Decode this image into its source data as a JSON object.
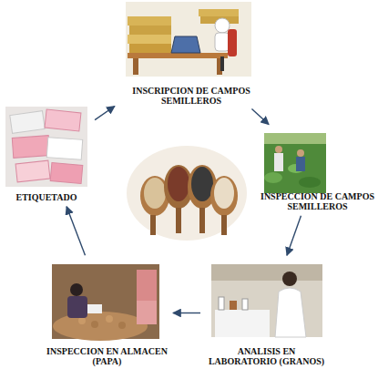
{
  "diagram": {
    "nodes": [
      {
        "text": [
          "INSCRIPCION DE CAMPOS SEMILLEROS"
        ]
      },
      {
        "text": [
          "INSPECCION DE CAMPOS SEMILLEROS"
        ]
      },
      {
        "text": [
          "ANALISIS EN LABORATORIO (GRANOS)"
        ]
      },
      {
        "text": [
          "INSPECCION EN ALMACEN (PAPA)"
        ]
      },
      {
        "text": [
          "ETIQUETADO"
        ]
      }
    ],
    "edges": [
      {
        "from": 0,
        "to": 1,
        "arrow": "to"
      },
      {
        "from": 1,
        "to": 2,
        "arrow": "to"
      },
      {
        "from": 2,
        "to": 3,
        "arrow": "to"
      },
      {
        "from": 3,
        "to": 4,
        "arrow": "to"
      },
      {
        "from": 4,
        "to": 0,
        "arrow": "to"
      }
    ]
  }
}
